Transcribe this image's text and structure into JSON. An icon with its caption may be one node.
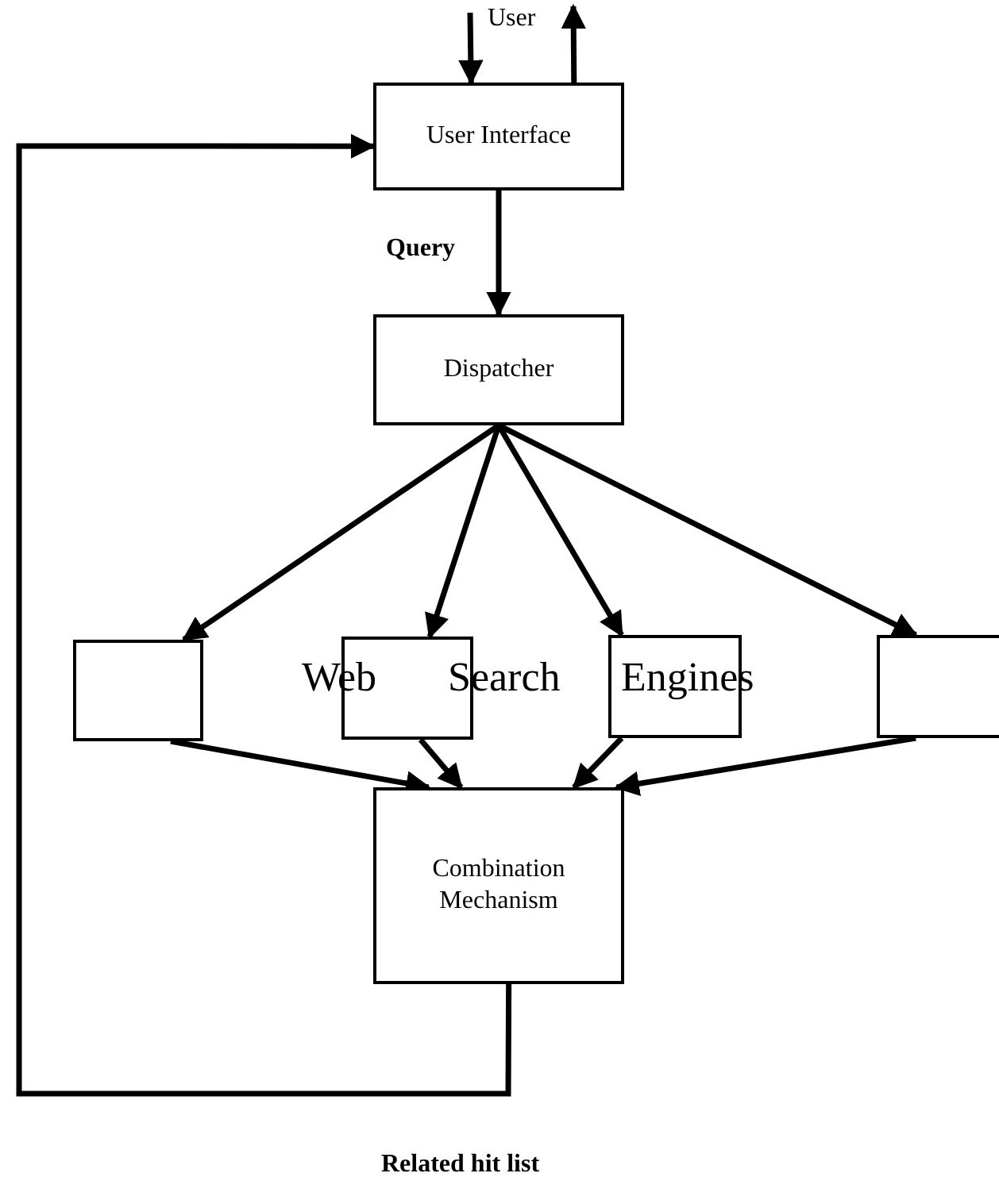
{
  "diagram": {
    "nodes": [
      {
        "text": [
          "User Interface"
        ]
      },
      {
        "text": [
          "Dispatcher"
        ]
      },
      {
        "text": [],
        "shape": "box"
      },
      {
        "text": [],
        "shape": "box"
      },
      {
        "text": [],
        "shape": "box"
      },
      {
        "text": [],
        "shape": "box"
      },
      {
        "text": [
          "Combination Mechanism"
        ]
      }
    ],
    "edges": [
      {
        "from": null,
        "to": 0,
        "arrow": "to"
      },
      {
        "from": 0,
        "to": null,
        "arrow": "to"
      },
      {
        "from": 0,
        "to": 1,
        "arrow": "to",
        "label": "Query"
      },
      {
        "from": 1,
        "to": 2,
        "arrow": "to"
      },
      {
        "from": 1,
        "to": 3,
        "arrow": "to"
      },
      {
        "from": 1,
        "to": 4,
        "arrow": "to"
      },
      {
        "from": 1,
        "to": 5,
        "arrow": "to"
      },
      {
        "from": 2,
        "to": 6,
        "arrow": "to"
      },
      {
        "from": 3,
        "to": 6,
        "arrow": "to"
      },
      {
        "from": 4,
        "to": 6,
        "arrow": "to"
      },
      {
        "from": 5,
        "to": 6,
        "arrow": "to"
      },
      {
        "from": 6,
        "to": 0,
        "arrow": "to",
        "label": "Related hit list"
      }
    ],
    "labels": [
      "User",
      "Web",
      "Search",
      "Engines"
    ]
  }
}
